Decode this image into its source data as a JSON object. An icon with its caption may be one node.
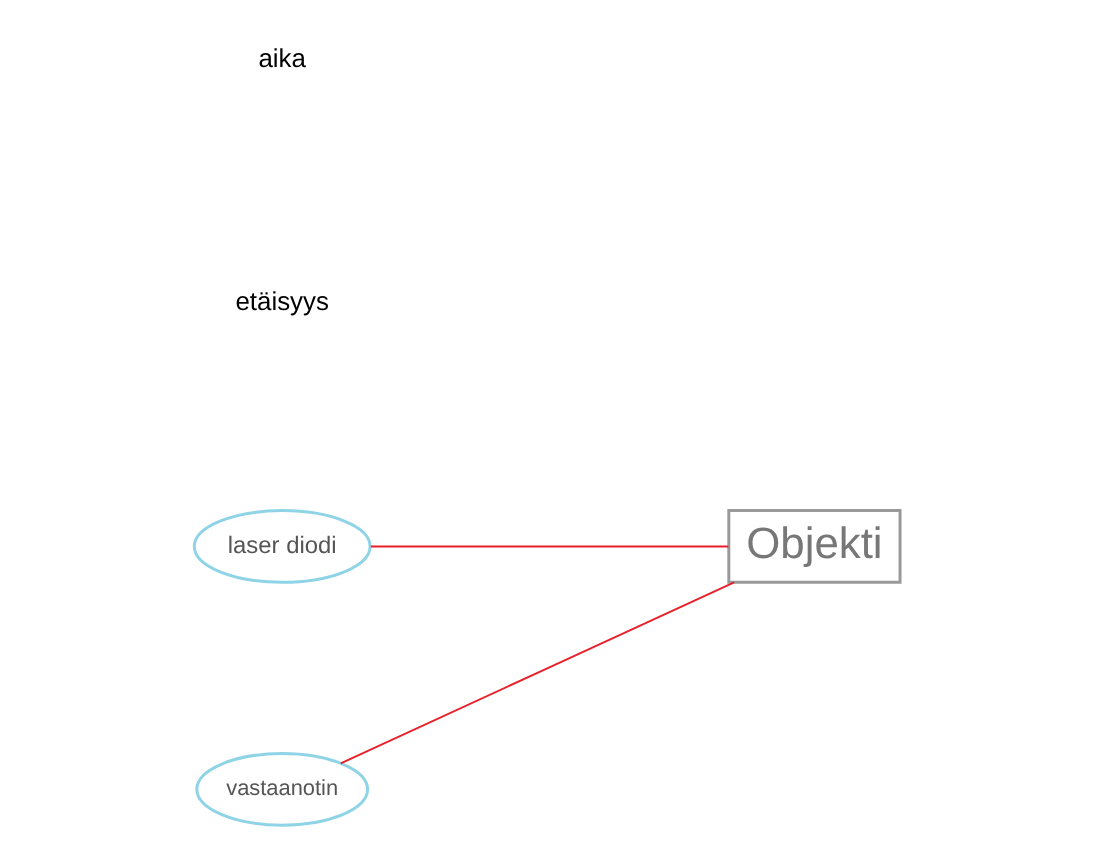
{
  "diagram": {
    "nodes": [
      {
        "text": [
          "laser diodi"
        ]
      },
      {
        "text": [
          "Objekti"
        ]
      },
      {
        "text": [
          "vastaanotin"
        ]
      }
    ],
    "edges": [
      {
        "from": 0,
        "to": 1,
        "arrow": "none",
        "color": "#e8202a"
      },
      {
        "from": 1,
        "to": 2,
        "arrow": "none",
        "color": "#e8202a"
      }
    ],
    "labels": [
      "etäisyys",
      "aika"
    ]
  }
}
